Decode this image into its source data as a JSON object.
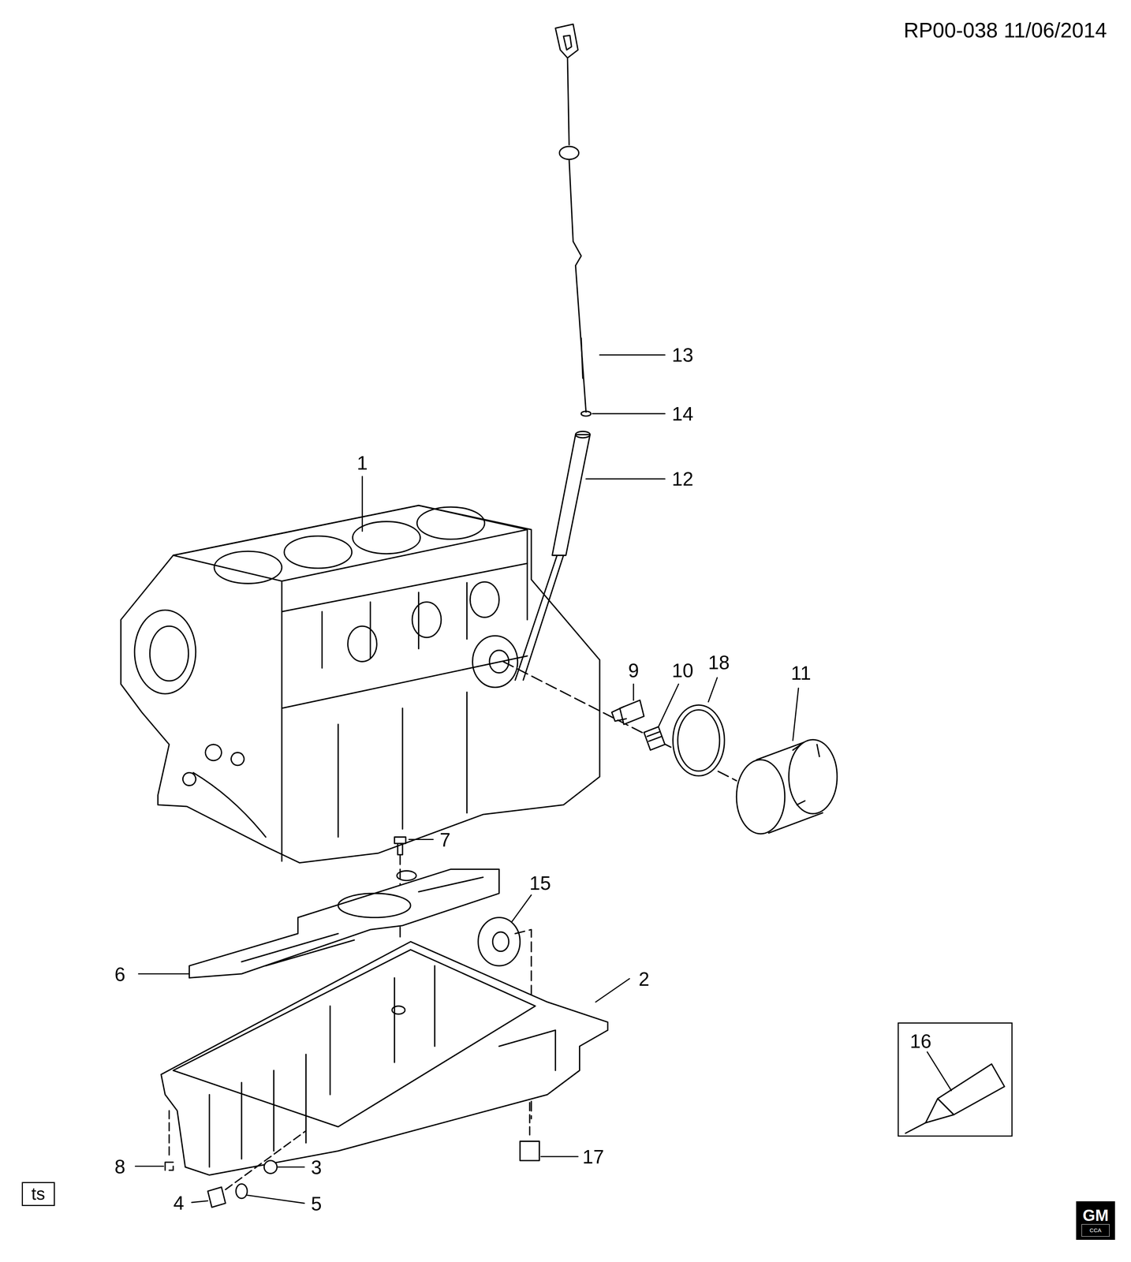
{
  "diagram": {
    "nodes": [
      {
        "text": [
          "16"
        ]
      },
      {
        "text": [
          "ts"
        ]
      },
      {
        "text": [
          "GM"
        ]
      },
      {
        "text": [
          "CCA"
        ],
        "in": 2
      }
    ],
    "labels": [
      "RP00-038 11/06/2014",
      "13",
      "14",
      "1",
      "12",
      "9",
      "10",
      "18",
      "11",
      "7",
      "15",
      "6",
      "2",
      "3",
      "17",
      "8",
      "4",
      "5"
    ]
  }
}
